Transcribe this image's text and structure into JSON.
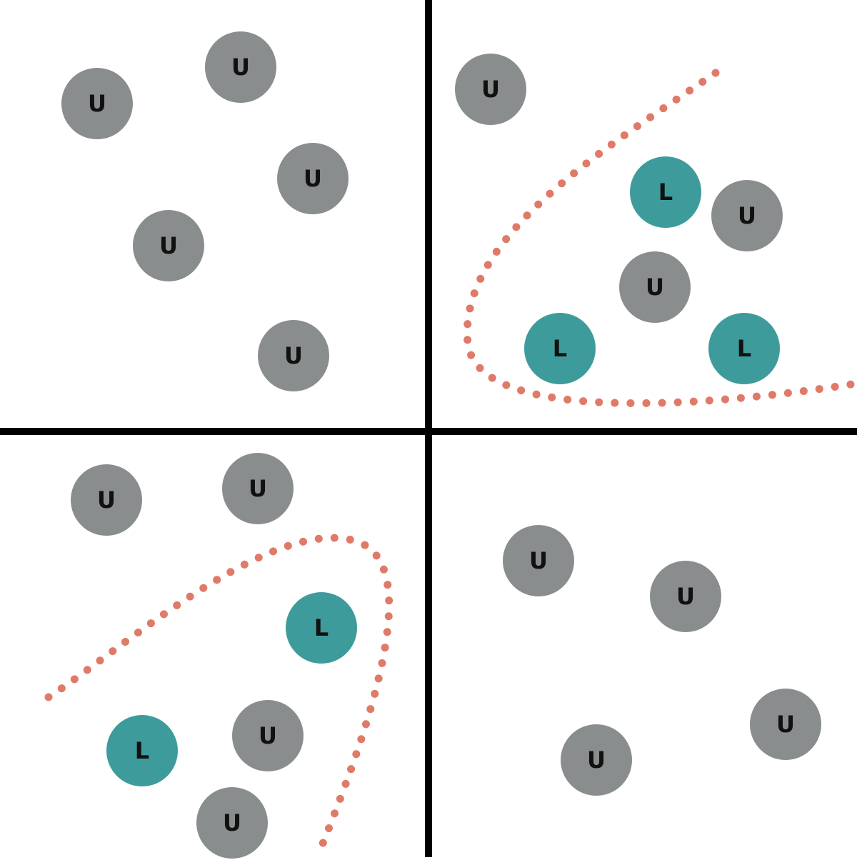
{
  "colors": {
    "background": "#ffffff",
    "divider": "#000000",
    "unlabeled_node": "#8a8d8e",
    "labeled_node": "#3e9b9b",
    "boundary": "#e07a68",
    "node_text": "#111111"
  },
  "legend_symbols": {
    "unlabeled": "U",
    "labeled": "L"
  },
  "quadrants": [
    {
      "id": "top-left",
      "nodes": [
        {
          "label": "U",
          "kind": "unlabeled"
        },
        {
          "label": "U",
          "kind": "unlabeled"
        },
        {
          "label": "U",
          "kind": "unlabeled"
        },
        {
          "label": "U",
          "kind": "unlabeled"
        },
        {
          "label": "U",
          "kind": "unlabeled"
        }
      ],
      "has_boundary": false
    },
    {
      "id": "top-right",
      "nodes": [
        {
          "label": "U",
          "kind": "unlabeled"
        },
        {
          "label": "L",
          "kind": "labeled"
        },
        {
          "label": "U",
          "kind": "unlabeled"
        },
        {
          "label": "U",
          "kind": "unlabeled"
        },
        {
          "label": "L",
          "kind": "labeled"
        },
        {
          "label": "L",
          "kind": "labeled"
        }
      ],
      "has_boundary": true
    },
    {
      "id": "bottom-left",
      "nodes": [
        {
          "label": "U",
          "kind": "unlabeled"
        },
        {
          "label": "U",
          "kind": "unlabeled"
        },
        {
          "label": "L",
          "kind": "labeled"
        },
        {
          "label": "L",
          "kind": "labeled"
        },
        {
          "label": "U",
          "kind": "unlabeled"
        },
        {
          "label": "U",
          "kind": "unlabeled"
        }
      ],
      "has_boundary": true
    },
    {
      "id": "bottom-right",
      "nodes": [
        {
          "label": "U",
          "kind": "unlabeled"
        },
        {
          "label": "U",
          "kind": "unlabeled"
        },
        {
          "label": "U",
          "kind": "unlabeled"
        },
        {
          "label": "U",
          "kind": "unlabeled"
        }
      ],
      "has_boundary": false
    }
  ]
}
